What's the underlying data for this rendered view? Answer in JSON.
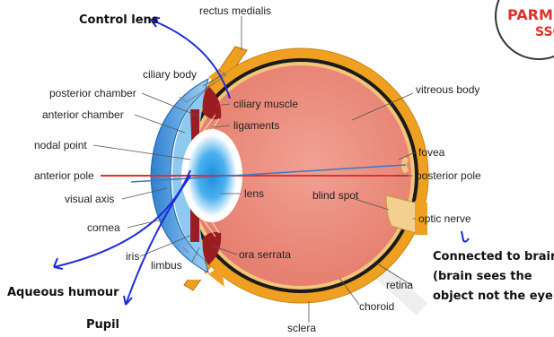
{
  "logo": {
    "line1": "PARM",
    "line2": "SSC"
  },
  "labels": {
    "rectus_medialis": "rectus medialis",
    "ciliary_body": "ciliary body",
    "posterior_chamber": "posterior chamber",
    "anterior_chamber": "anterior chamber",
    "nodal_point": "nodal point",
    "anterior_pole": "anterior pole",
    "visual_axis": "visual axis",
    "cornea": "cornea",
    "iris": "iris",
    "limbus": "limbus",
    "ciliary_muscle": "ciliary muscle",
    "ligaments": "ligaments",
    "lens": "lens",
    "ora_serrata": "ora serrata",
    "vitreous_body": "vitreous body",
    "fovea": "fovea",
    "posterior_pole": "posterior pole",
    "blind_spot": "blind spot",
    "optic_nerve": "optic nerve",
    "retina": "retina",
    "choroid": "choroid",
    "sclera": "sclera"
  },
  "annotations": {
    "control_lens": "Control lens",
    "aqueous_humour": "Aqueous humour",
    "pupil": "Pupil",
    "connected_line1": "Connected to brain",
    "connected_line2": "(brain sees the",
    "connected_line3": "object not the eye)"
  },
  "colors": {
    "sclera": "#f0a020",
    "choroid": "#1a1a1a",
    "retina": "#f3c57a",
    "vitreous": "#e9897a",
    "cornea": "#3f8fd6",
    "lens": "#2f9be0",
    "muscle": "#9b1d22",
    "axis": "#e0322b",
    "annotation": "#1d2bd8"
  }
}
